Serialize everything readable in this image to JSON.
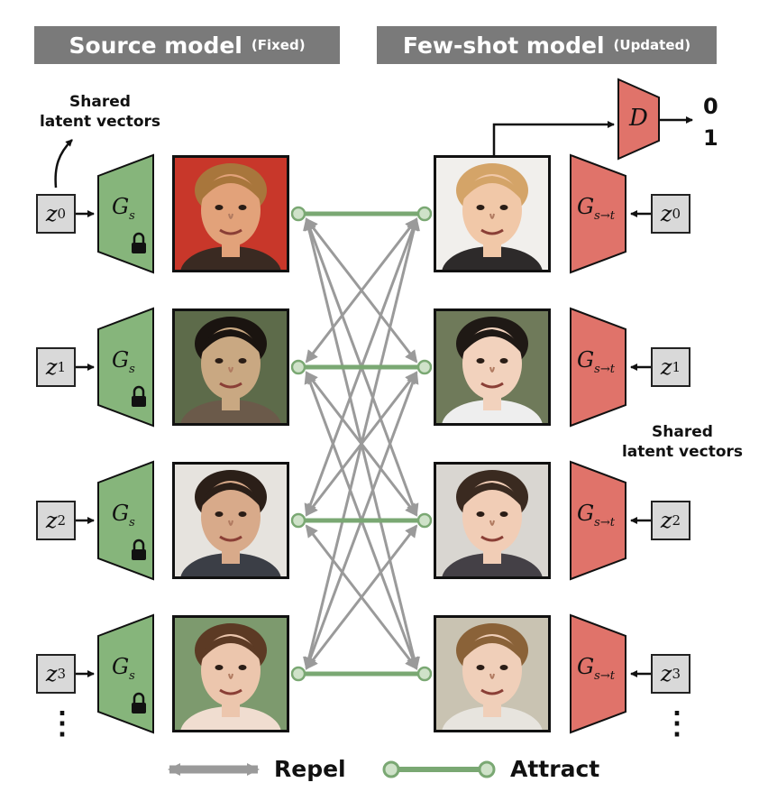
{
  "header_left": {
    "title": "Source model",
    "note": "(Fixed)"
  },
  "header_right": {
    "title": "Few-shot model",
    "note": "(Updated)"
  },
  "shared_left": [
    "Shared",
    "latent vectors"
  ],
  "shared_right": [
    "Shared",
    "latent vectors"
  ],
  "latents": [
    {
      "sym": "z",
      "sub": "0"
    },
    {
      "sym": "z",
      "sub": "1"
    },
    {
      "sym": "z",
      "sub": "2"
    },
    {
      "sym": "z",
      "sub": "3"
    }
  ],
  "source_generator": {
    "sym": "G",
    "sub": "s"
  },
  "target_generator": {
    "sym": "G",
    "sub": "s→t"
  },
  "discriminator": "D",
  "outputs": [
    "0",
    "1"
  ],
  "ellipsis": "⋮",
  "legend": {
    "repel": "Repel",
    "attract": "Attract"
  },
  "colors": {
    "header_bg": "#7a7a7a",
    "source_green": "#86b57b",
    "target_red": "#e0736a",
    "attract_line": "#7aa873",
    "repel_arrow": "#9a9a9a"
  },
  "icons": {
    "lock": "lock-icon"
  }
}
